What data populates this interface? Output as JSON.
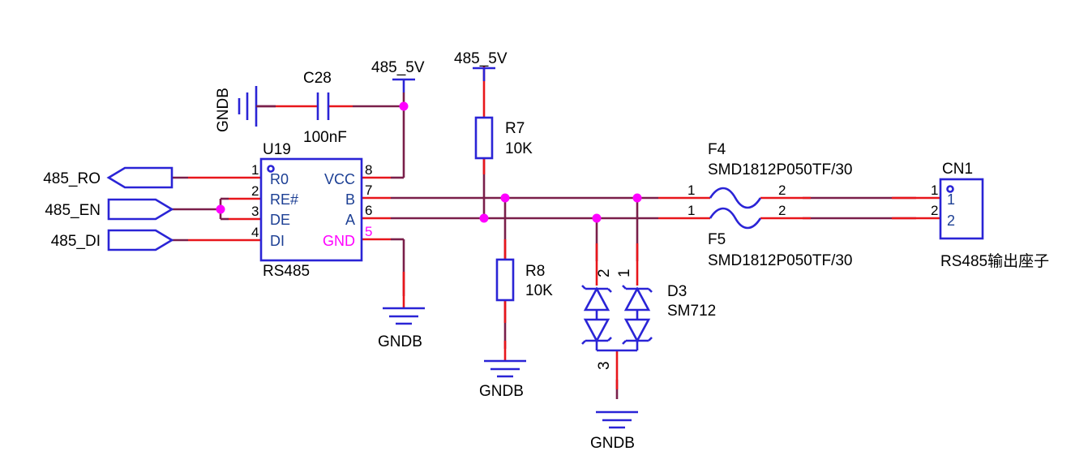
{
  "nets": {
    "ro": "485_RO",
    "en": "485_EN",
    "di": "485_DI",
    "vcc_left": "485_5V",
    "vcc_mid": "485_5V",
    "gnd_c28": "GNDB",
    "gnd_u19": "GNDB",
    "gnd_r8": "GNDB",
    "gnd_d3": "GNDB"
  },
  "u19": {
    "ref": "U19",
    "value": "RS485",
    "pins": [
      {
        "num": "1",
        "name": "R0"
      },
      {
        "num": "2",
        "name": "RE#"
      },
      {
        "num": "3",
        "name": "DE"
      },
      {
        "num": "4",
        "name": "DI"
      },
      {
        "num": "8",
        "name": "VCC"
      },
      {
        "num": "7",
        "name": "B"
      },
      {
        "num": "6",
        "name": "A"
      },
      {
        "num": "5",
        "name": "GND"
      }
    ]
  },
  "c28": {
    "ref": "C28",
    "value": "100nF"
  },
  "r7": {
    "ref": "R7",
    "value": "10K"
  },
  "r8": {
    "ref": "R8",
    "value": "10K"
  },
  "f4": {
    "ref": "F4",
    "value": "SMD1812P050TF/30",
    "pin1": "1",
    "pin2": "2"
  },
  "f5": {
    "ref": "F5",
    "value": "SMD1812P050TF/30",
    "pin1": "1",
    "pin2": "2"
  },
  "d3": {
    "ref": "D3",
    "value": "SM712",
    "pin1": "1",
    "pin2": "2",
    "pin3": "3"
  },
  "cn1": {
    "ref": "CN1",
    "value": "RS485输出座子",
    "pins": [
      {
        "num": "1",
        "name": "1"
      },
      {
        "num": "2",
        "name": "2"
      }
    ]
  },
  "colors": {
    "wire": "#7a1f4a",
    "pin_lead": "#e8161b",
    "symbol": "#2a24d6",
    "junction": "#ff00ff",
    "pin_name": "#1c3f94",
    "gnd_pin_name": "#ff00ff"
  }
}
